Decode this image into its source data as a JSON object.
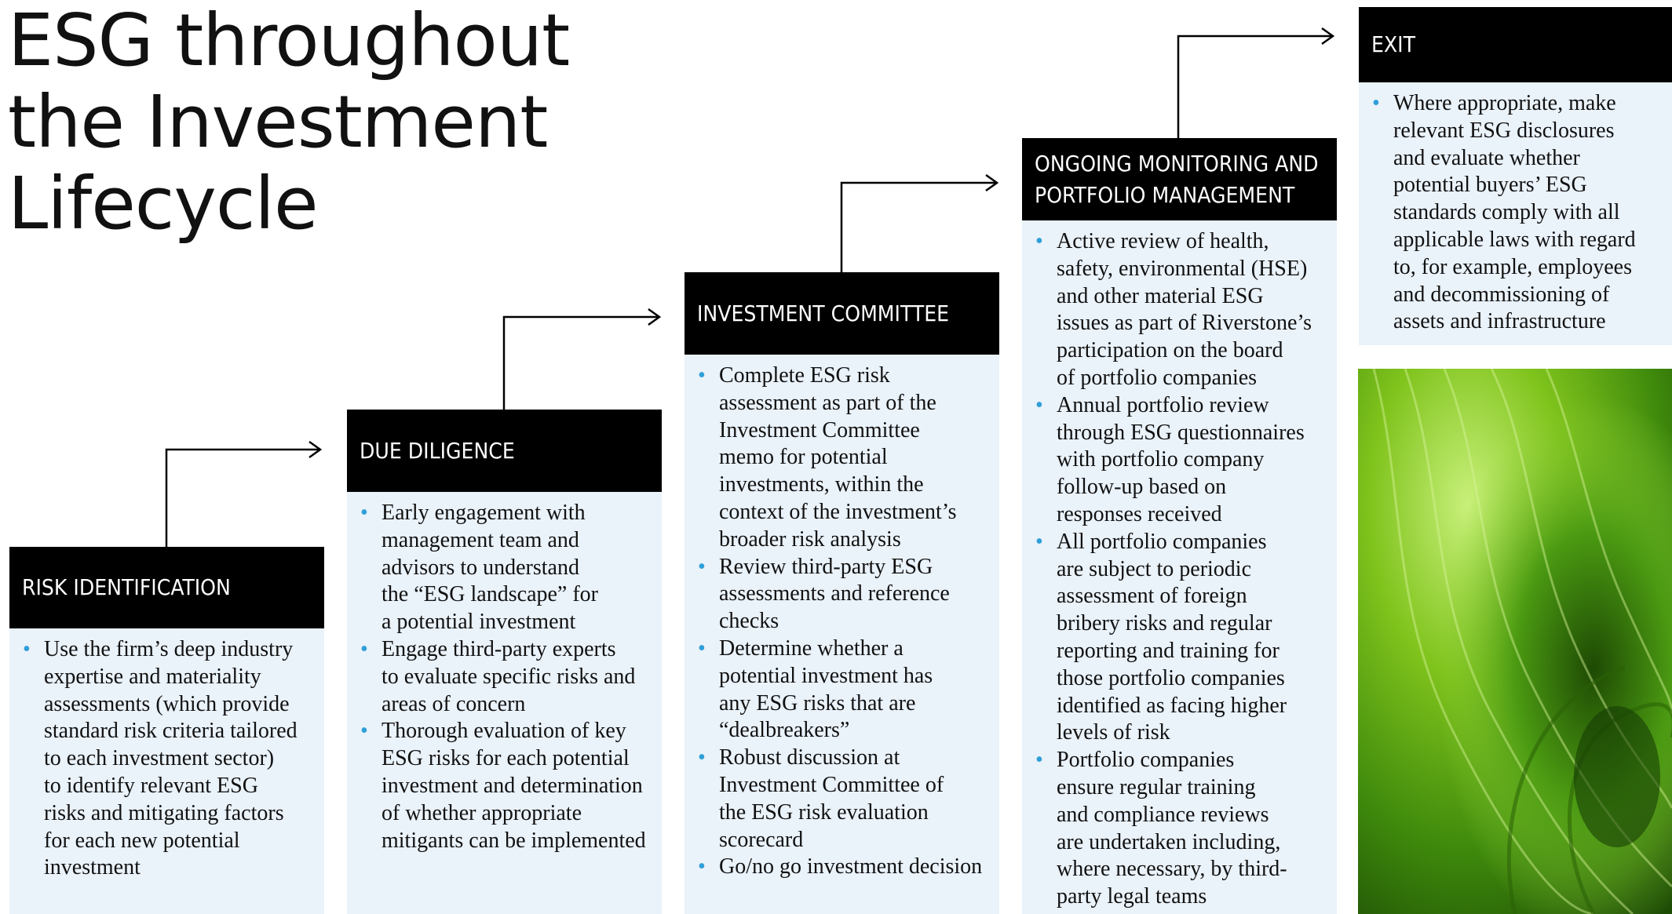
{
  "title": {
    "lines": [
      "ESG throughout",
      "the Investment",
      "Lifecycle"
    ]
  },
  "colors": {
    "header_bg": "#000000",
    "header_text": "#ffffff",
    "panel_bg": "#eaf2fa",
    "bullet": "#2f9fd8",
    "text": "#111111"
  },
  "stages": [
    {
      "header_lines": [
        "RISK IDENTIFICATION"
      ],
      "bullets": [
        [
          "Use the firm’s deep industry",
          "expertise and materiality",
          "assessments (which provide",
          "standard risk criteria tailored",
          "to each investment sector)",
          "to identify relevant ESG",
          "risks and mitigating factors",
          "for each new potential",
          "investment"
        ]
      ]
    },
    {
      "header_lines": [
        "DUE DILIGENCE"
      ],
      "bullets": [
        [
          "Early engagement with",
          "management team and",
          "advisors to understand",
          "the “ESG landscape” for",
          "a potential investment"
        ],
        [
          "Engage third-party experts",
          "to evaluate specific risks and",
          "areas of concern"
        ],
        [
          "Thorough evaluation of key",
          "ESG risks for each potential",
          "investment and determination",
          "of whether appropriate",
          "mitigants can be implemented"
        ]
      ]
    },
    {
      "header_lines": [
        "INVESTMENT COMMITTEE"
      ],
      "bullets": [
        [
          "Complete ESG risk",
          "assessment as part of the",
          "Investment Committee",
          "memo for potential",
          "investments, within the",
          "context of the investment’s",
          "broader risk analysis"
        ],
        [
          "Review third-party ESG",
          "assessments and reference",
          "checks"
        ],
        [
          "Determine whether a",
          "potential investment has",
          "any ESG risks that are",
          "“dealbreakers”"
        ],
        [
          "Robust discussion at",
          "Investment Committee of",
          "the ESG risk evaluation",
          "scorecard"
        ],
        [
          "Go/no go investment decision"
        ]
      ]
    },
    {
      "header_lines": [
        "ONGOING MONITORING AND",
        "PORTFOLIO MANAGEMENT"
      ],
      "bullets": [
        [
          "Active review of health,",
          "safety, environmental (HSE)",
          "and other material ESG",
          "issues as part of Riverstone’s",
          "participation on the board",
          "of portfolio companies"
        ],
        [
          "Annual portfolio review",
          "through ESG questionnaires",
          "with portfolio company",
          "follow-up based on",
          "responses received"
        ],
        [
          "All portfolio companies",
          "are subject to periodic",
          "assessment of foreign",
          "bribery risks and regular",
          "reporting and training for",
          "those portfolio companies",
          "identified as facing higher",
          "levels of risk"
        ],
        [
          "Portfolio companies",
          "ensure regular training",
          "and compliance reviews",
          "are undertaken including,",
          "where necessary, by third-",
          "party legal teams"
        ]
      ]
    },
    {
      "header_lines": [
        "EXIT"
      ],
      "bullets": [
        [
          "Where appropriate, make",
          "relevant ESG disclosures",
          "and evaluate whether",
          "potential buyers’ ESG",
          "standards comply with all",
          "applicable laws with regard",
          "to, for example, employees",
          "and decommissioning of",
          "assets and infrastructure"
        ]
      ]
    }
  ],
  "image": {
    "subject": "green-leaf-photo"
  }
}
